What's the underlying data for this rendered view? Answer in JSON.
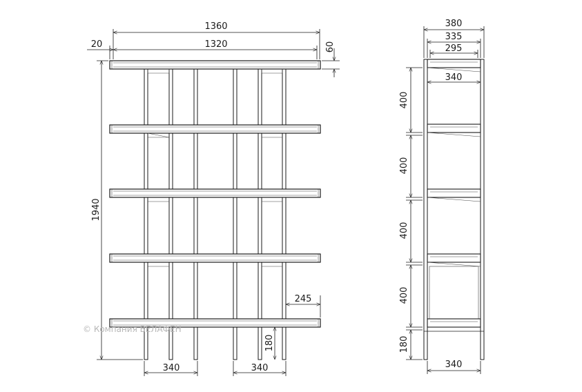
{
  "front_view": {
    "overall_width": "1360",
    "inner_width": "1320",
    "side_gap": "20",
    "shelf_thickness": "60",
    "total_height": "1940",
    "bay_width_left": "340",
    "bay_width_right": "340",
    "overhang": "245",
    "bottom_clearance": "180"
  },
  "side_view": {
    "overall_depth": "380",
    "depth_mid": "335",
    "depth_inner": "295",
    "shelf_depth": "340",
    "spacing_1": "400",
    "spacing_2": "400",
    "spacing_3": "400",
    "spacing_4": "400",
    "bottom_clearance": "180",
    "base_depth": "340"
  },
  "watermark": "© Компания ВЕЛАФЕН"
}
